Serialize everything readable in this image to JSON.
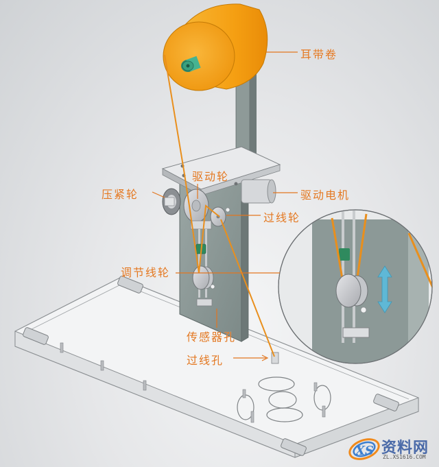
{
  "diagram": {
    "subject": "Ear-loop feeding mechanism assembly",
    "colors": {
      "label_orange": "#e2761f",
      "spool_orange": "#f6a21a",
      "hub_green": "#3a9a7a",
      "plate_gray": "#8e9a98",
      "double_arrow_blue": "#5fb8d6",
      "watermark_blue": "#4a6aa8"
    },
    "labels": [
      {
        "id": "ear_band_roll",
        "text": "耳带卷"
      },
      {
        "id": "drive_wheel",
        "text": "驱动轮"
      },
      {
        "id": "pressure_wheel",
        "text": "压紧轮"
      },
      {
        "id": "drive_motor",
        "text": "驱动电机"
      },
      {
        "id": "guide_wheel",
        "text": "过线轮"
      },
      {
        "id": "adjusting_wheel",
        "text": "调节线轮"
      },
      {
        "id": "sensor_hole",
        "text": "传感器孔"
      },
      {
        "id": "threading_hole",
        "text": "过线孔"
      }
    ],
    "detail_callout": {
      "description": "Magnified view of adjusting wheel with vertical travel arrow",
      "arrow_icon": "double-arrow-vertical-icon"
    }
  },
  "watermark": {
    "logo": "XS",
    "name": "资料网",
    "url": "ZL.XS1616.COM"
  }
}
